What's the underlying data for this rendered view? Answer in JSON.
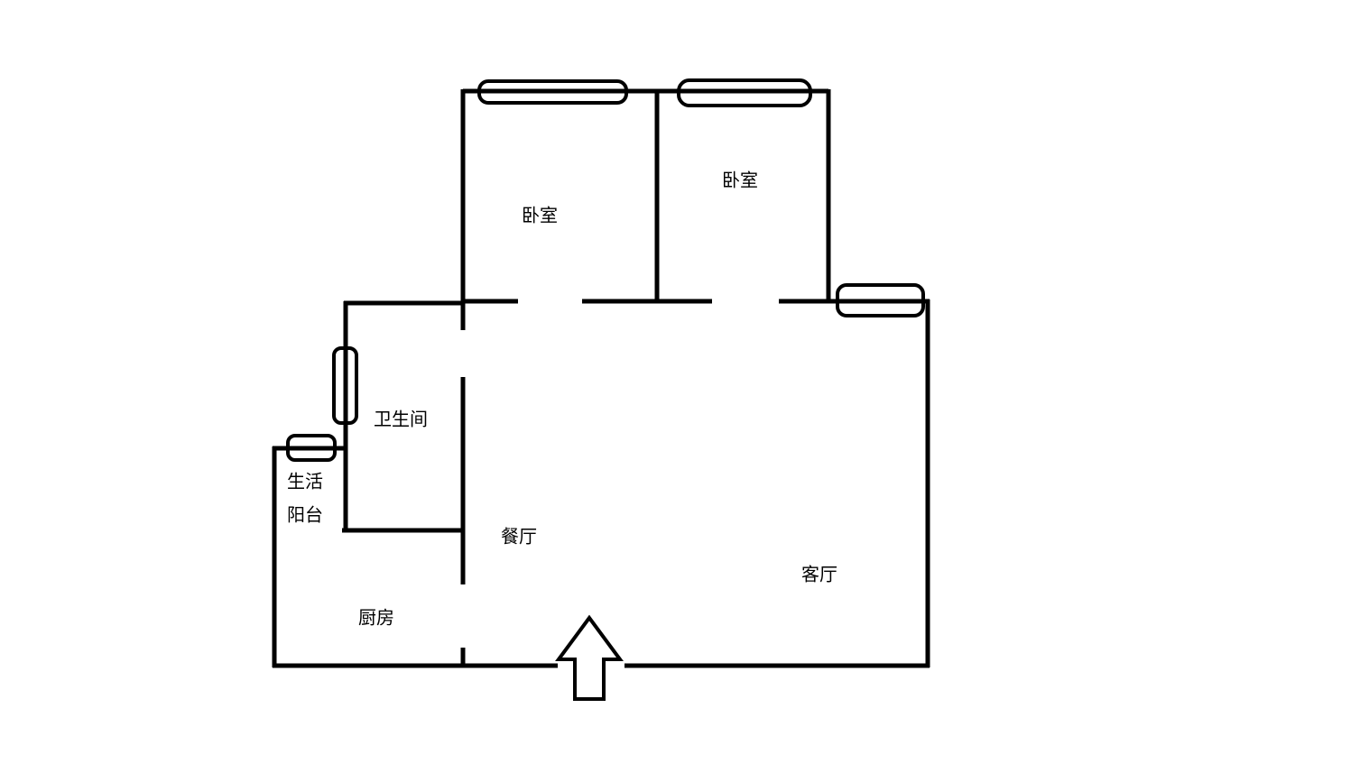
{
  "title": "Apartment floor plan sketch",
  "colors": {
    "line": "#000000",
    "background": "#ffffff"
  },
  "rooms": {
    "bedroom_left": "卧室",
    "bedroom_right": "卧室",
    "bathroom": "卫生间",
    "utility_balcony_line1": "生活",
    "utility_balcony_line2": "阳台",
    "dining_room": "餐厅",
    "living_room": "客厅",
    "kitchen": "厨房"
  },
  "entrance": {
    "icon": "arrow-up-icon"
  }
}
